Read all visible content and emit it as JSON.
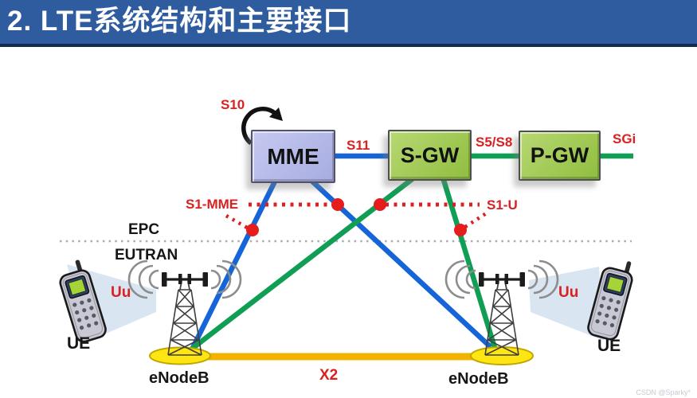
{
  "header": {
    "title": "2. LTE系统结构和主要接口"
  },
  "network_elements": {
    "mme": "MME",
    "sgw": "S-GW",
    "pgw": "P-GW",
    "enodeb_left": "eNodeB",
    "enodeb_right": "eNodeB",
    "ue_left": "UE",
    "ue_right": "UE"
  },
  "interface_labels": {
    "s10": "S10",
    "s11": "S11",
    "s5s8": "S5/S8",
    "sgi": "SGi",
    "s1mme": "S1-MME",
    "s1u": "S1-U",
    "x2": "X2",
    "uu_left": "Uu",
    "uu_right": "Uu"
  },
  "region_labels": {
    "epc": "EPC",
    "eutran": "EUTRAN"
  },
  "colors": {
    "header_bg": "#2e5c9f",
    "header_border": "#17294d",
    "mme_fill": "#b3b7e6",
    "gw_fill": "#9cc852",
    "line_blue": "#1565d8",
    "line_green": "#0f9e54",
    "line_x2": "#f2b200",
    "label_red": "#d92121",
    "region_divider": "#a9adb3",
    "enodeb_ground": "#ffe612",
    "s10_loop": "#111111"
  },
  "watermark": "CSDN @Sparky*"
}
